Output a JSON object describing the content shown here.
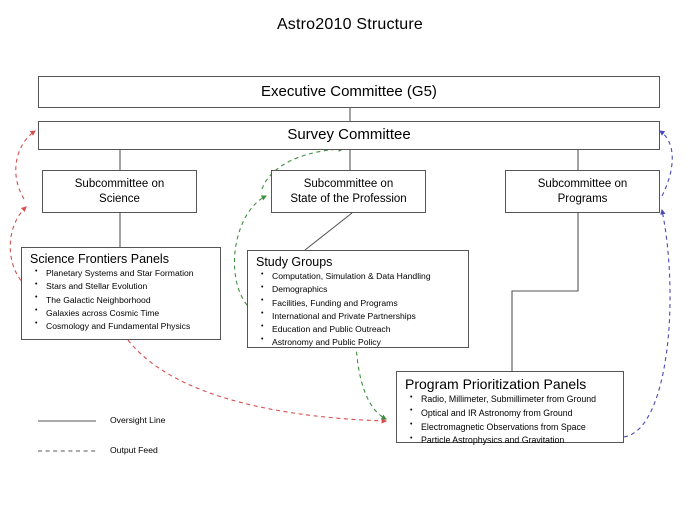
{
  "title": "Astro2010 Structure",
  "nodes": {
    "executive": {
      "label": "Executive Committee (G5)"
    },
    "survey": {
      "label": "Survey Committee"
    },
    "sub_science": {
      "line1": "Subcommittee on",
      "line2": "Science"
    },
    "sub_profession": {
      "line1": "Subcommittee on",
      "line2": "State of the Profession"
    },
    "sub_programs": {
      "line1": "Subcommittee on",
      "line2": "Programs"
    },
    "science_frontiers": {
      "title": "Science Frontiers Panels",
      "items": [
        "Planetary Systems and Star Formation",
        "Stars and Stellar Evolution",
        "The Galactic Neighborhood",
        "Galaxies across Cosmic Time",
        "Cosmology and Fundamental Physics"
      ]
    },
    "study_groups": {
      "title": "Study Groups",
      "items": [
        "Computation, Simulation & Data Handling",
        "Demographics",
        "Facilities, Funding and Programs",
        "International and Private Partnerships",
        "Education and Public Outreach",
        "Astronomy and Public Policy"
      ]
    },
    "program_panels": {
      "title": "Program Prioritization Panels",
      "items": [
        "Radio, Millimeter, Submillimeter from Ground",
        "Optical and IR Astronomy from Ground",
        "Electromagnetic Observations from Space",
        "Particle Astrophysics and Gravitation"
      ]
    }
  },
  "legend": {
    "oversight_label": "Oversight Line",
    "output_label": "Output Feed"
  },
  "colors": {
    "box_border": "#555555",
    "oversight_line": "#555555",
    "feed_red": "#d94f4f",
    "feed_green": "#3f8f3f",
    "feed_blue": "#4a4ab8",
    "text": "#000000",
    "background": "#ffffff"
  }
}
